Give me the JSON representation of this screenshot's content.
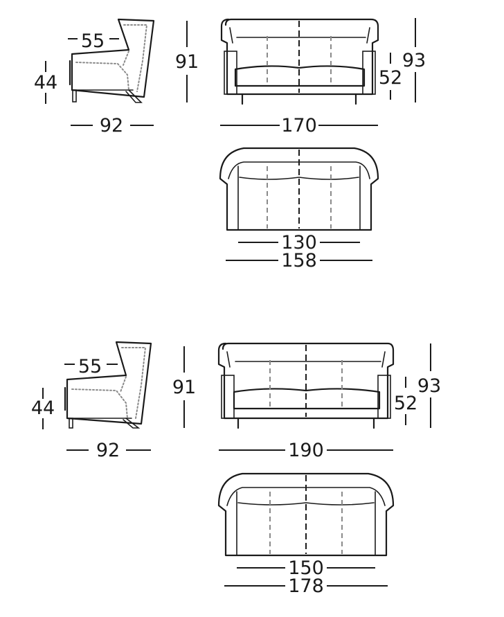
{
  "set1": {
    "armchair": {
      "back_height": "55",
      "seat_height": "44",
      "depth": "92"
    },
    "sofa": {
      "total_height": "91",
      "width": "170",
      "height": "93",
      "arm_height": "52"
    },
    "plan": {
      "seat_width": "130",
      "total_width": "158"
    }
  },
  "set2": {
    "armchair": {
      "back_height": "55",
      "seat_height": "44",
      "depth": "92"
    },
    "sofa": {
      "total_height": "91",
      "width": "190",
      "height": "93",
      "arm_height": "52"
    },
    "plan": {
      "seat_width": "150",
      "total_width": "178"
    }
  },
  "colors": {
    "line": "#1a1a1a",
    "dotted": "#8a8a8a",
    "background": "#ffffff"
  }
}
